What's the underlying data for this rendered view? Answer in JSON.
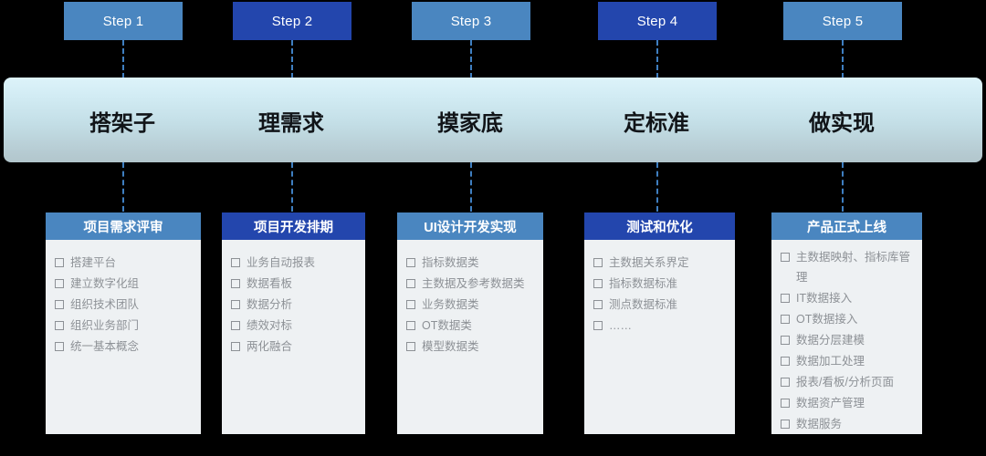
{
  "theme": {
    "light_blue": "#4a86c0",
    "dark_blue": "#2346ad",
    "card_body": "#eef1f3",
    "item_text": "#8d9196",
    "banner_top": "#ddf3fa",
    "banner_bottom": "#b2c6cc",
    "connector": "#3f7fc1"
  },
  "steps": [
    {
      "label": "Step 1",
      "tone": "light"
    },
    {
      "label": "Step 2",
      "tone": "dark"
    },
    {
      "label": "Step 3",
      "tone": "light"
    },
    {
      "label": "Step 4",
      "tone": "dark"
    },
    {
      "label": "Step 5",
      "tone": "light"
    }
  ],
  "banner": {
    "phases": [
      {
        "label": "搭架子"
      },
      {
        "label": "理需求"
      },
      {
        "label": "摸家底"
      },
      {
        "label": "定标准"
      },
      {
        "label": "做实现"
      }
    ]
  },
  "cards": [
    {
      "title": "项目需求评审",
      "tone": "light",
      "items": [
        "搭建平台",
        "建立数字化组",
        "组织技术团队",
        "组织业务部门",
        "统一基本概念"
      ]
    },
    {
      "title": "项目开发排期",
      "tone": "dark",
      "items": [
        "业务自动报表",
        "数据看板",
        "数据分析",
        "绩效对标",
        "两化融合"
      ]
    },
    {
      "title": "UI设计开发实现",
      "tone": "light",
      "items": [
        "指标数据类",
        "主数据及参考数据类",
        "业务数据类",
        "OT数据类",
        "模型数据类"
      ]
    },
    {
      "title": "测试和优化",
      "tone": "dark",
      "items": [
        "主数据关系界定",
        "指标数据标准",
        "测点数据标准",
        "……"
      ]
    },
    {
      "title": "产品正式上线",
      "tone": "light",
      "items": [
        "主数据映射、指标库管理",
        "IT数据接入",
        "OT数据接入",
        "数据分层建模",
        "数据加工处理",
        "报表/看板/分析页面",
        "数据资产管理",
        "数据服务"
      ]
    }
  ]
}
